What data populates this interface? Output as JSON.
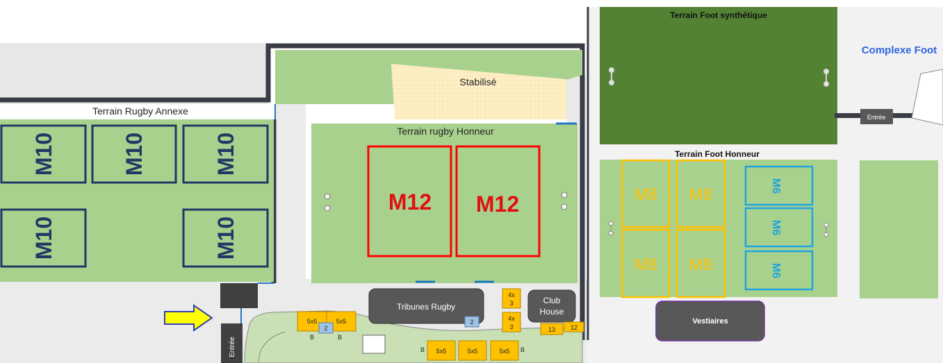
{
  "map": {
    "left_site": {
      "annexe_title": "Terrain Rugby Annexe",
      "honneur_title": "Terrain rugby Honneur",
      "stabilise_label": "Stabilisé",
      "annexe_zones": [
        "M10",
        "M10",
        "M10",
        "M10",
        "M10"
      ],
      "honneur_zones": [
        "M12",
        "M12"
      ],
      "tribunes_label": "Tribunes Rugby",
      "club_house_label": [
        "Club",
        "House"
      ],
      "entry_label": "Entrée",
      "small_boxes": {
        "5x5": "5x5",
        "4x3_top": "4x",
        "4x3_bottom": "3",
        "thirteen": "13",
        "twelve": "12",
        "two": "2",
        "b": "B"
      }
    },
    "right_site": {
      "synth_title": "Terrain Foot synthétique",
      "complexe_title": "Complexe Foot",
      "entry_label": "Entrée",
      "honneur_title": "Terrain Foot Honneur",
      "m8_zones": [
        "M8",
        "M8",
        "M8",
        "M8"
      ],
      "m6_zones": [
        "M6",
        "M6",
        "M6"
      ],
      "vestiaires_label": "Vestiaires"
    },
    "colors": {
      "field_green": "#a9d18e",
      "dark_green": "#548235",
      "wall_dark": "#3a3d45",
      "navy": "#1f3864",
      "red": "#ff0000",
      "orange": "#ffc000",
      "cyan": "#1fa3e0",
      "arrow_yellow": "#ffff00",
      "complexe_blue": "#2e64e0"
    }
  }
}
